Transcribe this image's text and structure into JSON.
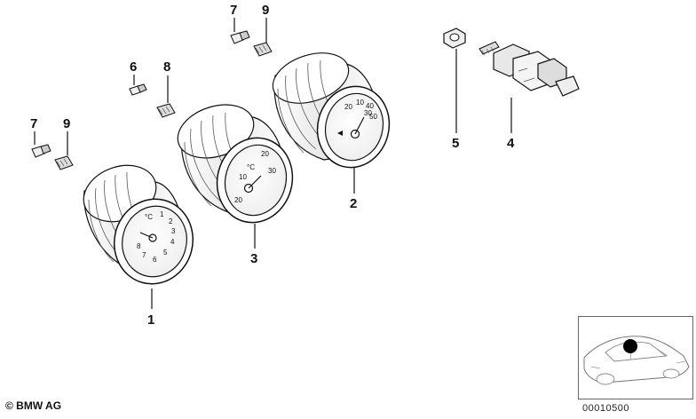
{
  "callouts": {
    "c1": "1",
    "c2": "2",
    "c3": "3",
    "c4": "4",
    "c5": "5",
    "c6": "6",
    "c7a": "7",
    "c7b": "7",
    "c8": "8",
    "c9a": "9",
    "c9b": "9"
  },
  "gauge1_numbers": [
    "1",
    "2",
    "3",
    "4",
    "5",
    "6",
    "7",
    "8"
  ],
  "gauge2_numbers": [
    "20",
    "10",
    "30",
    "40",
    "50"
  ],
  "gauge3_numbers": [
    "20",
    "30",
    "10",
    "20"
  ],
  "gauge1_unit": "°C",
  "gauge3_unit": "°C",
  "footer": {
    "copyright": "© BMW AG",
    "reference": "00010500"
  },
  "colors": {
    "line": "#111111",
    "paper": "#ffffff",
    "shade": "#d9d9d9"
  }
}
